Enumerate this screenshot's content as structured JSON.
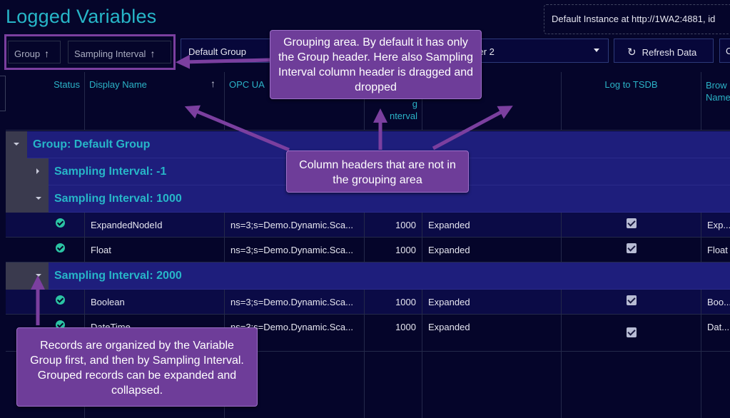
{
  "title": "Logged Variables",
  "instance": "Default Instance at http://1WA2:4881, id",
  "grouping_area": {
    "chips": [
      {
        "label": "Group",
        "sort_glyph": "↑"
      },
      {
        "label": "Sampling Interval",
        "sort_glyph": "↑"
      }
    ]
  },
  "toolbar": {
    "group_select": "Default Group",
    "server_select": "ver 2",
    "refresh_label": "Refresh Data",
    "extra_label": "C"
  },
  "columns": {
    "status": "Status",
    "display_name": "Display Name",
    "opc_ua": "OPC UA",
    "sampling_interval_fragment_1": "g",
    "sampling_interval_fragment_2": "nterval",
    "log_to_tsdb": "Log to TSDB",
    "browse_name_1": "Brow",
    "browse_name_2": "Name",
    "sort_glyph": "↑"
  },
  "groups": {
    "default": "Group: Default Group",
    "si_neg1": "Sampling Interval: -1",
    "si_1000": "Sampling Interval: 1000",
    "si_2000": "Sampling Interval: 2000"
  },
  "rows_1000": [
    {
      "name": "ExpandedNodeId",
      "node": "ns=3;s=Demo.Dynamic.Sca...",
      "interval": "1000",
      "mode": "Expanded",
      "browse": "Exp..."
    },
    {
      "name": "Float",
      "node": "ns=3;s=Demo.Dynamic.Sca...",
      "interval": "1000",
      "mode": "Expanded",
      "browse": "Float"
    }
  ],
  "rows_2000": [
    {
      "name": "Boolean",
      "node": "ns=3;s=Demo.Dynamic.Sca...",
      "interval": "1000",
      "mode": "Expanded",
      "browse": "Boo..."
    },
    {
      "name": "DateTime",
      "node": "ns=3;s=Demo.Dynamic.Sca...",
      "interval": "1000",
      "mode": "Expanded",
      "browse": "Dat..."
    }
  ],
  "callouts": {
    "grouping": "Grouping area. By default it has only the Group header. Here also Sampling Interval column header is dragged and dropped",
    "headers": "Column headers that are not in the grouping area",
    "records": "Records are organized by the Variable Group first, and then by Sampling Interval. Grouped records can be expanded and collapsed."
  },
  "colors": {
    "background": "#05052a",
    "accent": "#27b6c8",
    "group_row": "#1e1e7c",
    "callout": "#6e3d99",
    "status_ok": "#2bc4a4"
  },
  "icons": [
    "sort-up-icon",
    "chevron-down-icon",
    "refresh-icon",
    "caret-down-icon",
    "caret-right-icon",
    "status-ok-icon",
    "checkbox-checked-icon"
  ]
}
